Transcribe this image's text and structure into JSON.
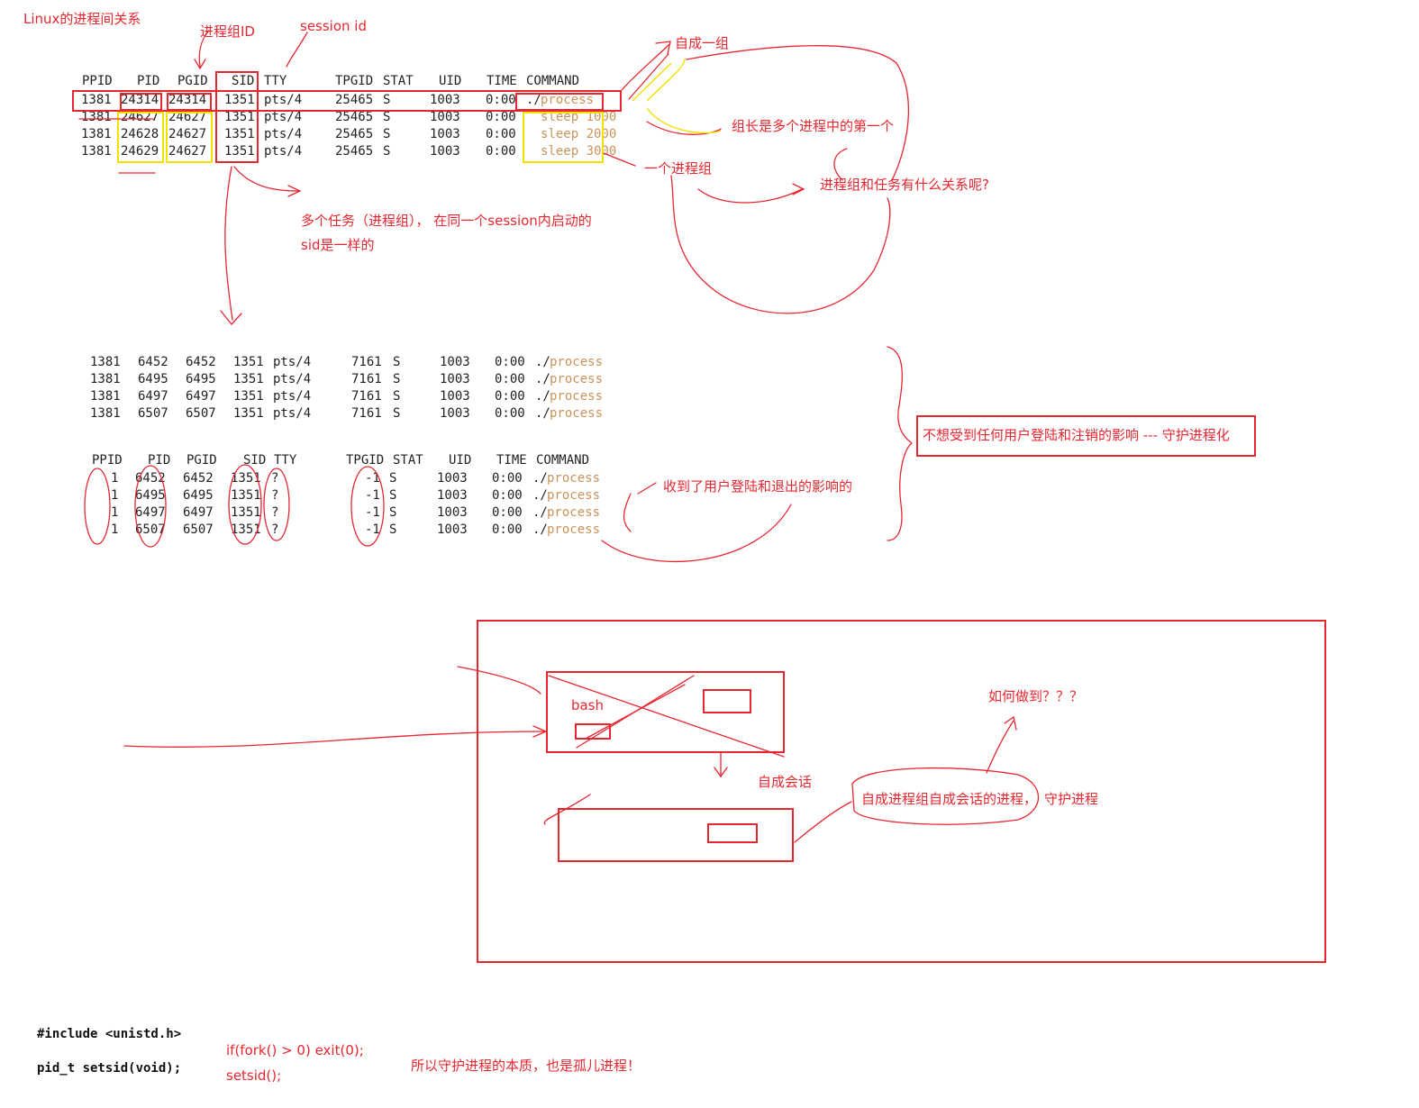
{
  "title": "Linux的进程间关系",
  "annotations": {
    "pgid_label": "进程组ID",
    "session_label": "session id",
    "self_group": "自成一组",
    "leader_first": "组长是多个进程中的第一个",
    "one_group": "一个进程组",
    "group_task_question": "进程组和任务有什么关系呢?",
    "multi_task_line1": "多个任务（进程组），  在同一个session内启动的",
    "multi_task_line2": "sid是一样的",
    "daemonize": "不想受到任何用户登陆和注销的影响 --- 守护进程化",
    "affected": "收到了用户登陆和退出的影响的",
    "bash": "bash",
    "self_session": "自成会话",
    "how": "如何做到？？？",
    "daemon_def": "自成进程组自成会话的进程，",
    "daemon": "守护进程",
    "fork_line": "if(fork() > 0) exit(0);",
    "setsid_line": "setsid();",
    "essence": "所以守护进程的本质，也是孤儿进程！"
  },
  "table1": {
    "columns": [
      "PPID",
      "PID",
      "PGID",
      "SID",
      "TTY",
      "TPGID",
      "STAT",
      "UID",
      "TIME",
      "COMMAND"
    ],
    "rows": [
      [
        "1381",
        "24314",
        "24314",
        "1351",
        "pts/4",
        "25465",
        "S",
        "1003",
        "0:00",
        "./",
        "process"
      ],
      [
        "1381",
        "24627",
        "24627",
        "1351",
        "pts/4",
        "25465",
        "S",
        "1003",
        "0:00",
        "",
        "sleep 1000"
      ],
      [
        "1381",
        "24628",
        "24627",
        "1351",
        "pts/4",
        "25465",
        "S",
        "1003",
        "0:00",
        "",
        "sleep 2000"
      ],
      [
        "1381",
        "24629",
        "24627",
        "1351",
        "pts/4",
        "25465",
        "S",
        "1003",
        "0:00",
        "",
        "sleep 3000"
      ]
    ]
  },
  "table2": {
    "rows": [
      [
        "1381",
        "6452",
        "6452",
        "1351",
        "pts/4",
        "7161",
        "S",
        "1003",
        "0:00",
        "./",
        "process"
      ],
      [
        "1381",
        "6495",
        "6495",
        "1351",
        "pts/4",
        "7161",
        "S",
        "1003",
        "0:00",
        "./",
        "process"
      ],
      [
        "1381",
        "6497",
        "6497",
        "1351",
        "pts/4",
        "7161",
        "S",
        "1003",
        "0:00",
        "./",
        "process"
      ],
      [
        "1381",
        "6507",
        "6507",
        "1351",
        "pts/4",
        "7161",
        "S",
        "1003",
        "0:00",
        "./",
        "process"
      ]
    ]
  },
  "table3": {
    "columns": [
      "PPID",
      "PID",
      "PGID",
      "SID",
      "TTY",
      "TPGID",
      "STAT",
      "UID",
      "TIME",
      "COMMAND"
    ],
    "rows": [
      [
        "1",
        "6452",
        "6452",
        "1351",
        "?",
        "-1",
        "S",
        "1003",
        "0:00",
        "./",
        "process"
      ],
      [
        "1",
        "6495",
        "6495",
        "1351",
        "?",
        "-1",
        "S",
        "1003",
        "0:00",
        "./",
        "process"
      ],
      [
        "1",
        "6497",
        "6497",
        "1351",
        "?",
        "-1",
        "S",
        "1003",
        "0:00",
        "./",
        "process"
      ],
      [
        "1",
        "6507",
        "6507",
        "1351",
        "?",
        "-1",
        "S",
        "1003",
        "0:00",
        "./",
        "process"
      ]
    ]
  },
  "code": {
    "include": "#include <unistd.h>",
    "setsid_decl": "pid_t setsid(void);"
  },
  "colors": {
    "ink_red": "#e8262f",
    "highlight_yellow": "#f3e200",
    "command_tan": "#c9935a"
  }
}
